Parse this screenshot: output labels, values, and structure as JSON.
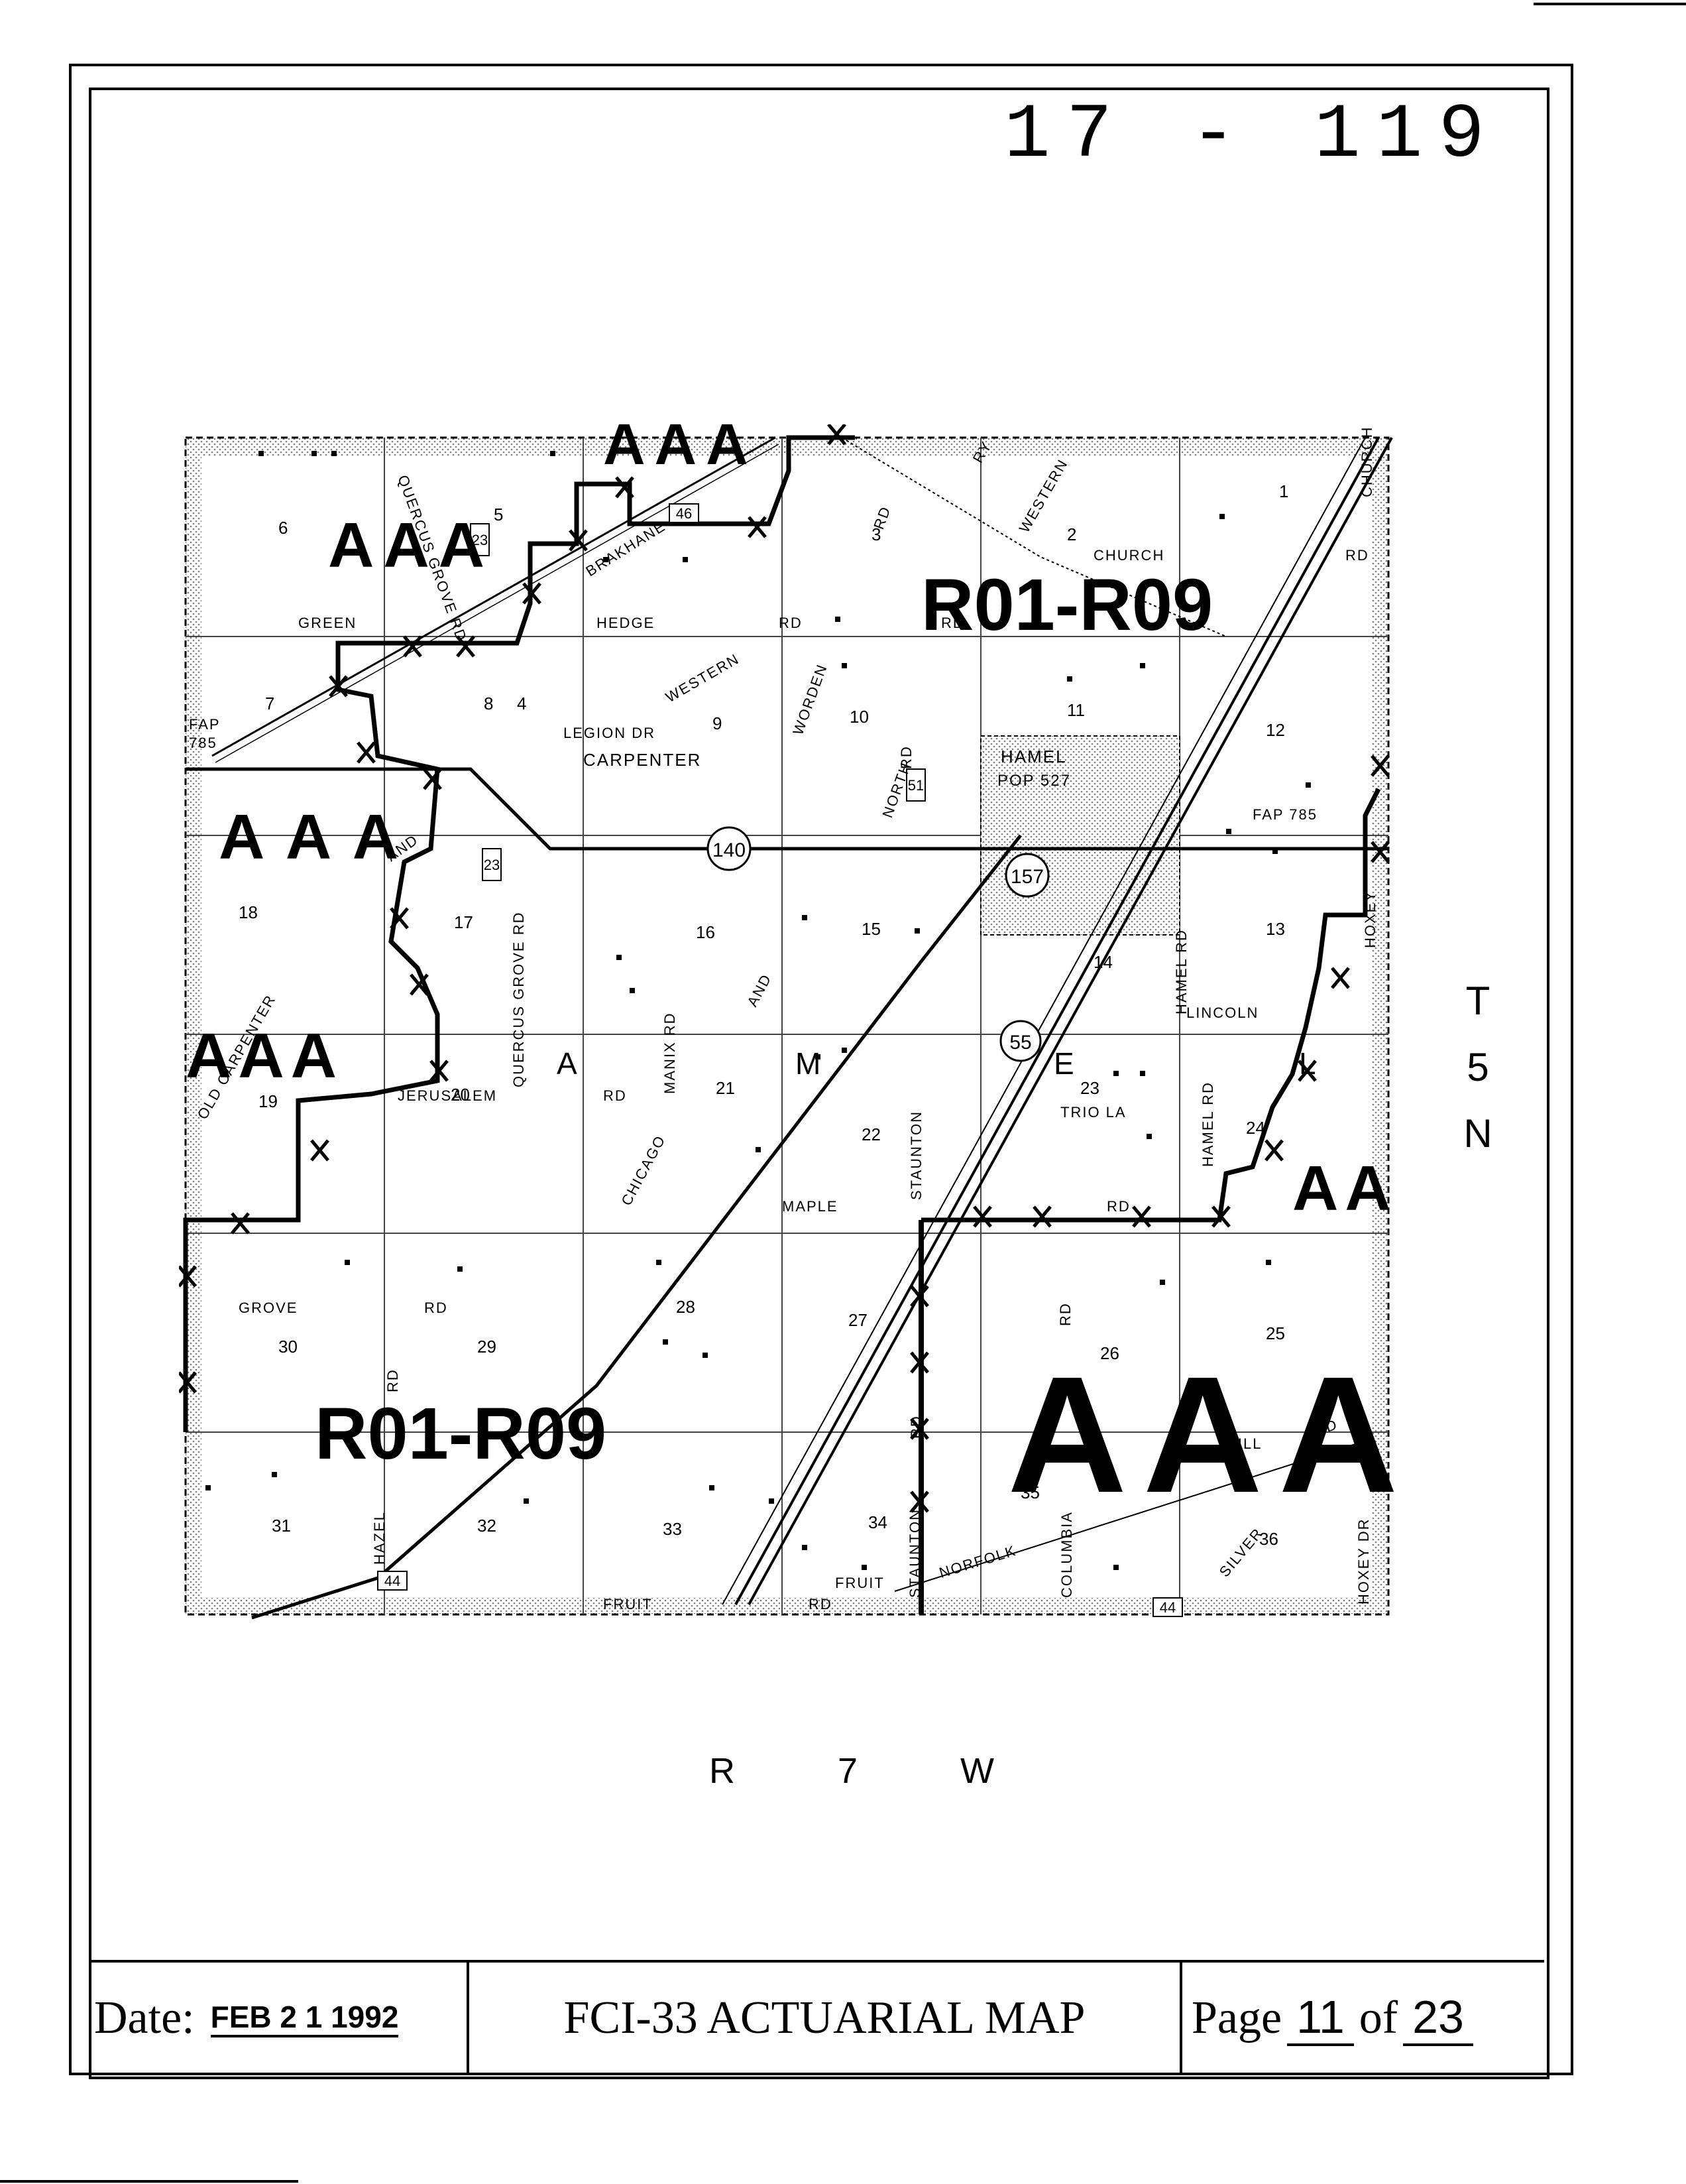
{
  "map_number": "17 - 119",
  "township": [
    "T",
    "5",
    "N"
  ],
  "range": "R 7 W",
  "footer": {
    "date_label": "Date:",
    "date_value": "FEB 2 1 1992",
    "title": "FCI-33 ACTUARIAL MAP",
    "page_label": "Page",
    "page_number": "11",
    "page_of": "of",
    "page_total": "23"
  },
  "zone_labels": {
    "aaa": "AAA",
    "aaa_spaced": "A A A",
    "r01_r09": "R01-R09",
    "amel": [
      "A",
      "M",
      "E",
      "L"
    ]
  },
  "sections": [
    "1",
    "2",
    "3",
    "4",
    "5",
    "6",
    "7",
    "8",
    "9",
    "10",
    "11",
    "12",
    "13",
    "14",
    "15",
    "16",
    "17",
    "18",
    "19",
    "20",
    "21",
    "22",
    "23",
    "24",
    "25",
    "26",
    "27",
    "28",
    "29",
    "30",
    "31",
    "32",
    "33",
    "34",
    "35",
    "36"
  ],
  "places": {
    "hamel": "HAMEL",
    "hamel_pop": "POP 527",
    "carpenter": "CARPENTER",
    "legion_dr": "LEGION DR",
    "fap_785": "FAP 785",
    "fap": "FAP",
    "fap_num": "785"
  },
  "roads": {
    "church": "CHURCH",
    "church_rd": "CHURCH RD",
    "rd": "RD",
    "green": "GREEN",
    "hedge": "HEDGE",
    "brakhane": "BRAKHANE",
    "western": "WESTERN",
    "worden": "WORDEN",
    "north": "NORTH",
    "quercus_grove_rd": "QUERCUS GROVE RD",
    "manix_rd": "MANIX RD",
    "staunton": "STAUNTON",
    "hamel_rd": "HAMEL RD",
    "lincoln": "LINCOLN",
    "hoxey": "HOXEY",
    "hoxey_dr": "HOXEY DR",
    "jerusalem": "JERUSALEM",
    "old_carpenter": "OLD CARPENTER",
    "trio_la": "TRIO LA",
    "maple": "MAPLE",
    "grove": "GROVE",
    "hazel": "HAZEL",
    "fruit": "FRUIT",
    "columbia": "COLUMBIA",
    "chicago": "CHICAGO",
    "and": "AND",
    "norfolk": "NORFOLK",
    "silver": "SILVER",
    "ry": "RY",
    "hill": "HILL"
  },
  "route_shields": [
    "140",
    "157",
    "55",
    "51",
    "44",
    "23",
    "46"
  ],
  "colors": {
    "ink": "#000000",
    "stipple": "#b5b5b5",
    "paper": "#ffffff"
  }
}
